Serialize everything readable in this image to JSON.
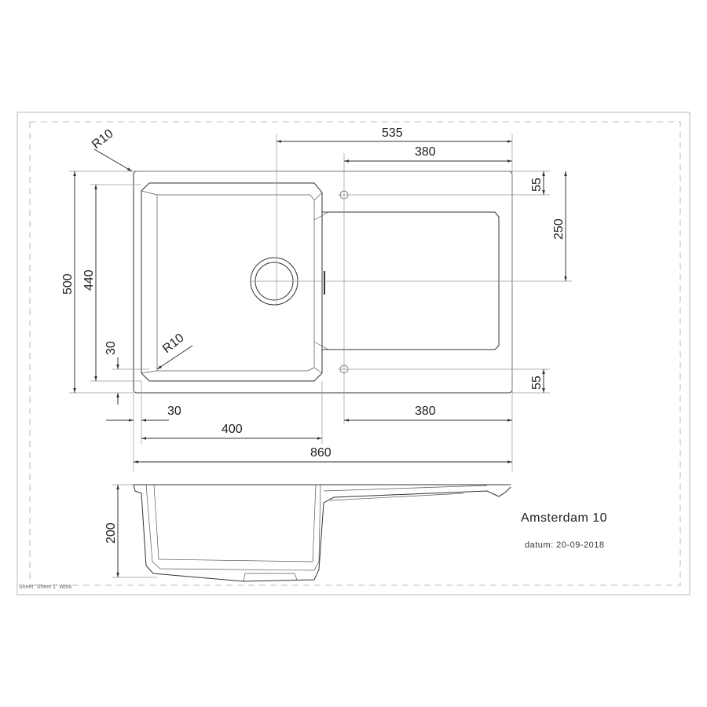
{
  "drawing": {
    "title": "Amsterdam 10",
    "date_label": "datum: 20-09-2018",
    "sheet_label": "Sheet \"Sheet 1\" Work"
  },
  "dimensions": {
    "radius_outer": "R10",
    "radius_inner": "R10",
    "width_535": "535",
    "width_380_top": "380",
    "offset_55_top": "55",
    "height_250": "250",
    "offset_55_bottom": "55",
    "height_500": "500",
    "height_440": "440",
    "offset_30_left": "30",
    "offset_30_bottom": "30",
    "width_400": "400",
    "width_380_bottom": "380",
    "width_860": "860",
    "depth_200": "200"
  }
}
